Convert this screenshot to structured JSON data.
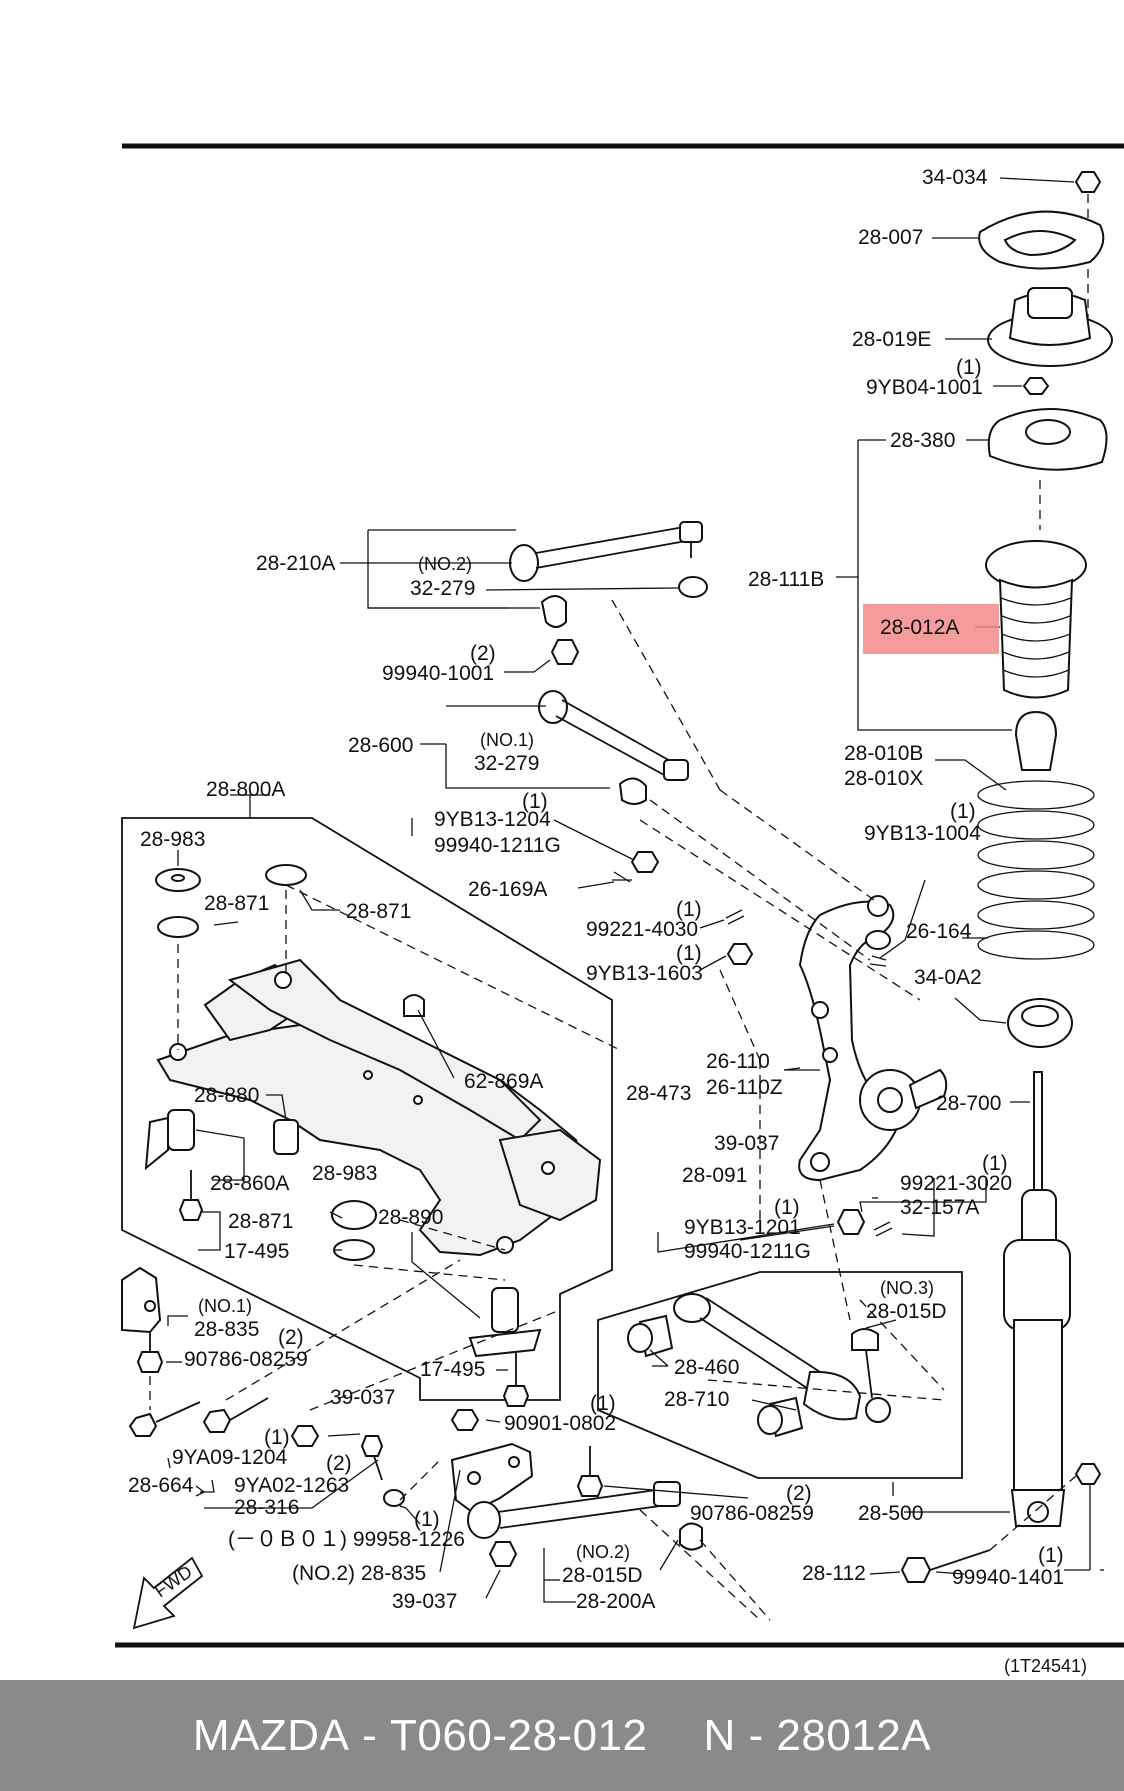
{
  "diagram": {
    "diagram_code": "(1T24541)",
    "fwd_label": "FWD",
    "highlight_color": "#f28b8b",
    "labels": {
      "l_34_034": "34-034",
      "l_28_007": "28-007",
      "l_28_019e": "28-019E",
      "l_q1_a": "(1)",
      "l_9yb04_1001": "9YB04-1001",
      "l_28_380": "28-380",
      "l_28_111b": "28-111B",
      "l_28_012a": "28-012A",
      "l_28_010b": "28-010B",
      "l_28_010x": "28-010X",
      "l_q1_b": "(1)",
      "l_9yb13_1004": "9YB13-1004",
      "l_26_164": "26-164",
      "l_34_0a2": "34-0A2",
      "l_28_700": "28-700",
      "l_q1_c": "(1)",
      "l_99221_3020": "99221-3020",
      "l_32_157a": "32-157A",
      "l_28_210a": "28-210A",
      "l_no2_a": "(NO.2)",
      "l_32_279_a": "32-279",
      "l_q2_a": "(2)",
      "l_99940_1001": "99940-1001",
      "l_28_600": "28-600",
      "l_no1_a": "(NO.1)",
      "l_32_279_b": "32-279",
      "l_28_800a": "28-800A",
      "l_q1_d": "(1)",
      "l_9yb13_1204": "9YB13-1204",
      "l_99940_1211g_a": "99940-1211G",
      "l_26_169a": "26-169A",
      "l_q1_e": "(1)",
      "l_99221_4030": "99221-4030",
      "l_q1_f": "(1)",
      "l_9yb13_1603": "9YB13-1603",
      "l_28_983_a": "28-983",
      "l_28_871_a": "28-871",
      "l_28_871_b": "28-871",
      "l_26_110": "26-110",
      "l_26_110z": "26-110Z",
      "l_62_869a": "62-869A",
      "l_28_880": "28-880",
      "l_28_473": "28-473",
      "l_39_037_a": "39-037",
      "l_28_860a": "28-860A",
      "l_28_983_b": "28-983",
      "l_28_091": "28-091",
      "l_28_871_c": "28-871",
      "l_28_890": "28-890",
      "l_q1_g": "(1)",
      "l_9yb13_1201": "9YB13-1201",
      "l_99940_1211g_b": "99940-1211G",
      "l_17_495_a": "17-495",
      "l_no3": "(NO.3)",
      "l_28_015d_a": "28-015D",
      "l_no1_b": "(NO.1)",
      "l_28_835_a": "28-835",
      "l_q2_b": "(2)",
      "l_90786_08259_a": "90786-08259",
      "l_28_460": "28-460",
      "l_17_495_b": "17-495",
      "l_28_710": "28-710",
      "l_39_037_b": "39-037",
      "l_q1_h": "(1)",
      "l_90901_0802": "90901-0802",
      "l_q1_i": "(1)",
      "l_9ya09_1204": "9YA09-1204",
      "l_q2_c": "(2)",
      "l_28_664": "28-664",
      "l_9ya02_1263": "9YA02-1263",
      "l_28_316": "28-316",
      "l_q2_d": "(2)",
      "l_90786_08259_b": "90786-08259",
      "l_28_500": "28-500",
      "l_q1_j": "(1)",
      "l_0b01": "(－０Ｂ０１) 99958-1226",
      "l_no2_b": "(NO.2)",
      "l_28_015d_b": "28-015D",
      "l_no2_c": "(NO.2) 28-835",
      "l_39_037_c": "39-037",
      "l_28_200a": "28-200A",
      "l_28_112": "28-112",
      "l_q1_k": "(1)",
      "l_99940_1401": "99940-1401"
    }
  },
  "footer": {
    "brand": "MAZDA",
    "separator": " - ",
    "part_number": "T060-28-012",
    "ref_prefix": "N - ",
    "ref_code": "28012A"
  }
}
